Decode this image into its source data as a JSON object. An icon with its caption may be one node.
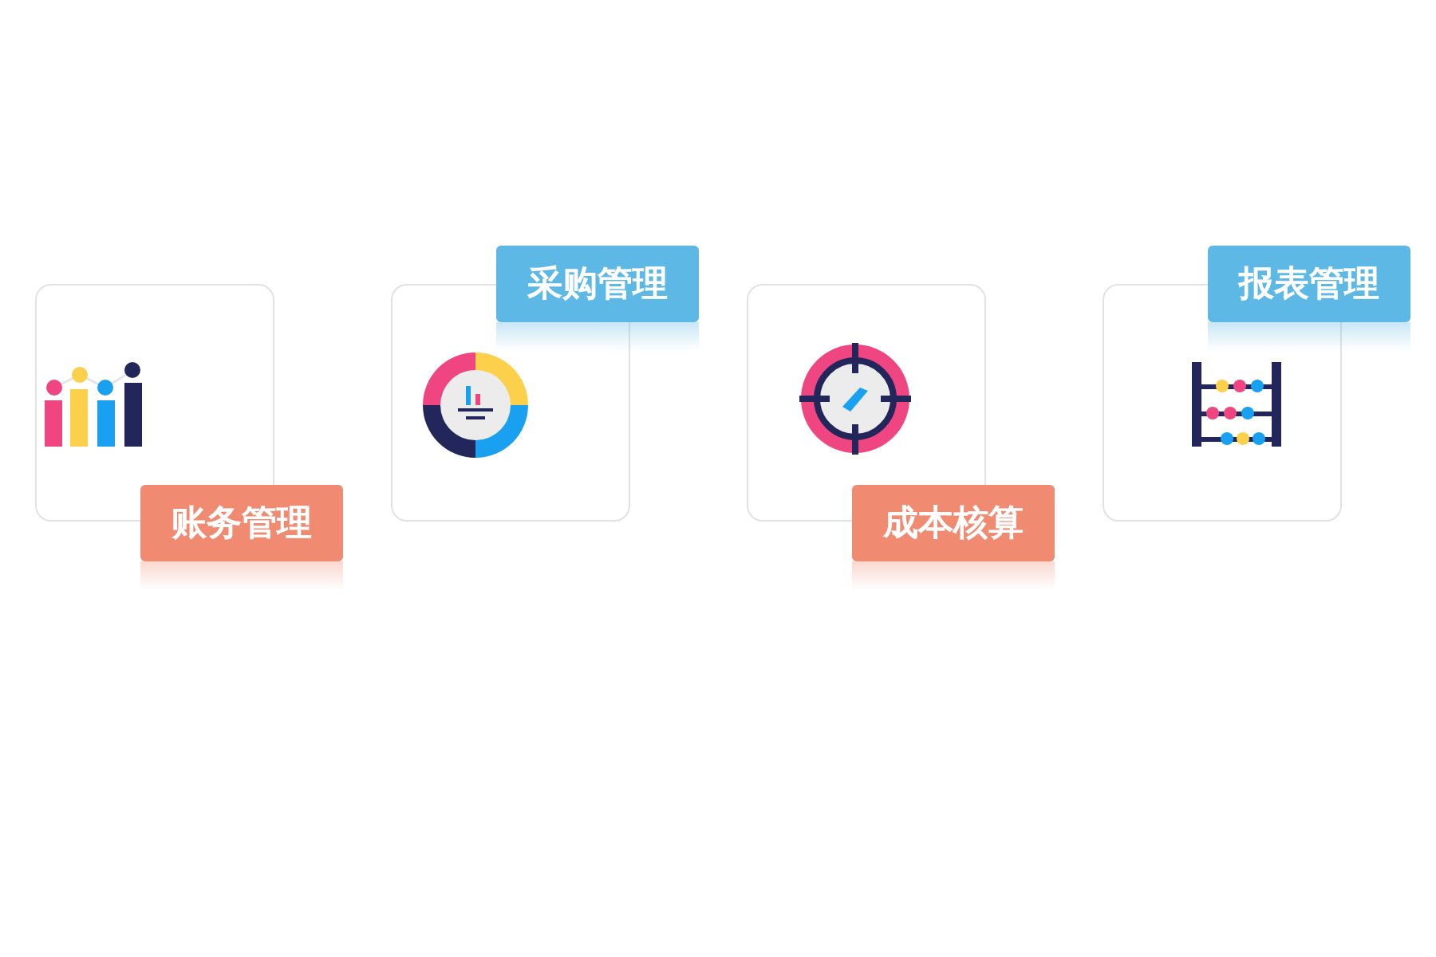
{
  "diagram": {
    "nodes": [
      {
        "text": [
          "账务管理"
        ]
      },
      {
        "text": [
          "采购管理"
        ]
      },
      {
        "text": [
          "成本核算"
        ]
      },
      {
        "text": [
          "报表管理"
        ]
      }
    ]
  }
}
